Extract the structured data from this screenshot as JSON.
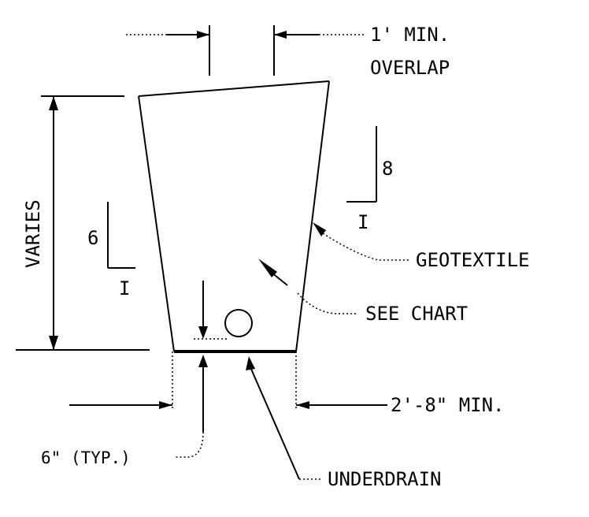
{
  "labels": {
    "overlap_line1": "1' MIN.",
    "overlap_line2": "OVERLAP",
    "varies": "VARIES",
    "section_8": "8",
    "section_8_mark": "I",
    "section_6": "6",
    "section_6_mark": "I",
    "geotextile": "GEOTEXTILE",
    "see_chart": "SEE CHART",
    "min_width": "2'-8\" MIN.",
    "typ": "6\" (TYP.)",
    "underdrain": "UNDERDRAIN"
  }
}
